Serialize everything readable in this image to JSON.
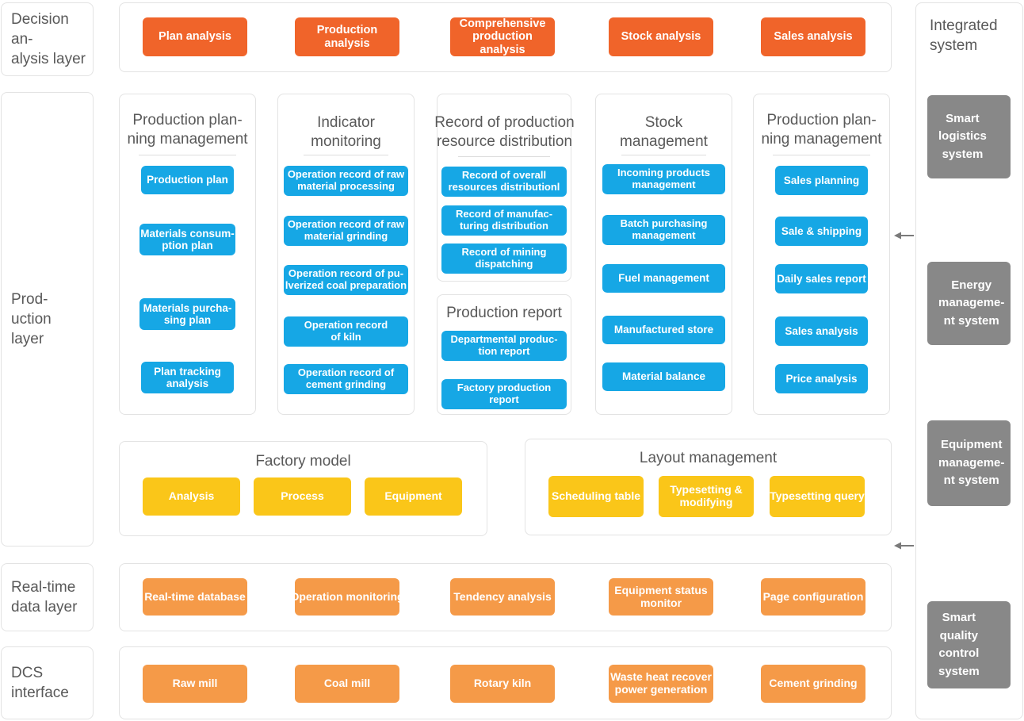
{
  "colors": {
    "orange_dark": "#F0642A",
    "orange_light": "#F59A48",
    "blue": "#16A7E5",
    "yellow": "#FAC619",
    "grey": "#888888",
    "text": "#595959",
    "card_border": "#E3E3E3"
  },
  "layers": {
    "decision": "Decision an-\nalysis  layer",
    "production": "Prod-\nuction\nlayer",
    "realtime": "Real-time\ndata layer",
    "dcs": "DCS\ninterface"
  },
  "decision_layer": {
    "items": [
      {
        "label": "Plan analysis"
      },
      {
        "label": "Production analysis"
      },
      {
        "label": "Comprehensive\nproduction analysis"
      },
      {
        "label": "Stock analysis"
      },
      {
        "label": "Sales analysis"
      }
    ]
  },
  "production_layer": {
    "sections": [
      {
        "title": "Production plan-\nning management",
        "items": [
          {
            "label": "Production plan"
          },
          {
            "label": "Materials consum-\nption plan"
          },
          {
            "label": "Materials purcha-\nsing plan"
          },
          {
            "label": "Plan tracking\nanalysis"
          }
        ]
      },
      {
        "title": "Indicator\nmonitoring",
        "items": [
          {
            "label": "Operation record of raw\nmaterial processing"
          },
          {
            "label": "Operation record of raw\nmaterial grinding"
          },
          {
            "label": "Operation record of pu-\nlverized coal preparation"
          },
          {
            "label": "Operation record\nof kiln"
          },
          {
            "label": "Operation record of\ncement grinding"
          }
        ]
      },
      {
        "title": "Record of production\nresource distribution",
        "items": [
          {
            "label": "Record of overall\nresources distributionl"
          },
          {
            "label": "Record of manufac-\nturing distribution"
          },
          {
            "label": "Record of mining\ndispatching"
          }
        ]
      },
      {
        "title": "Production report",
        "items": [
          {
            "label": "Departmental produc-\ntion report"
          },
          {
            "label": "Factory production\nreport"
          }
        ]
      },
      {
        "title": "Stock\nmanagement",
        "items": [
          {
            "label": "Incoming products\nmanagement"
          },
          {
            "label": "Batch purchasing\nmanagement"
          },
          {
            "label": "Fuel management"
          },
          {
            "label": "Manufactured store"
          },
          {
            "label": "Material balance"
          }
        ]
      },
      {
        "title": "Production plan-\nning management",
        "items": [
          {
            "label": "Sales planning"
          },
          {
            "label": "Sale & shipping"
          },
          {
            "label": "Daily sales report"
          },
          {
            "label": "Sales analysis"
          },
          {
            "label": "Price analysis"
          }
        ]
      }
    ],
    "factory_model": {
      "title": "Factory model",
      "items": [
        {
          "label": "Analysis"
        },
        {
          "label": "Process"
        },
        {
          "label": "Equipment"
        }
      ]
    },
    "layout_management": {
      "title": "Layout management",
      "items": [
        {
          "label": "Scheduling table"
        },
        {
          "label": "Typesetting &\nmodifying"
        },
        {
          "label": "Typesetting query"
        }
      ]
    }
  },
  "realtime_layer": {
    "items": [
      {
        "label": "Real-time database"
      },
      {
        "label": "Operation monitoring"
      },
      {
        "label": "Tendency analysis"
      },
      {
        "label": "Equipment status\nmonitor"
      },
      {
        "label": "Page configuration"
      }
    ]
  },
  "dcs_layer": {
    "items": [
      {
        "label": "Raw mill"
      },
      {
        "label": "Coal mill"
      },
      {
        "label": "Rotary kiln"
      },
      {
        "label": "Waste heat recover\npower generation"
      },
      {
        "label": "Cement grinding"
      }
    ]
  },
  "integrated_system": {
    "title": "Integrated\nsystem",
    "items": [
      {
        "label": "Smart\nlogistics\nsystem"
      },
      {
        "label": "Energy\nmanageme-\nnt system"
      },
      {
        "label": "Equipment\nmanageme-\nnt system"
      },
      {
        "label": "Smart\nquality\ncontrol\nsystem"
      }
    ]
  }
}
